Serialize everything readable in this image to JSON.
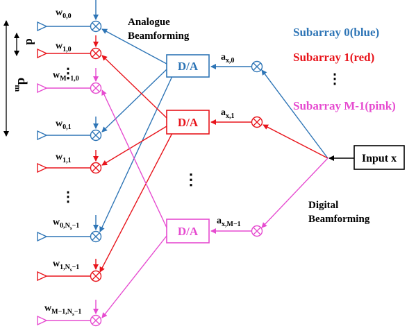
{
  "colors": {
    "blue": "#2e75b6",
    "red": "#e8141b",
    "pink": "#e64bd0",
    "black": "#000000"
  },
  "labels": {
    "analogue_line1": "Analogue",
    "analogue_line2": "Beamforming",
    "digital_line1": "Digital",
    "digital_line2": "Beamforming",
    "input": "Input x",
    "da": "D/A",
    "spacing_d": "d",
    "spacing_dm_base": "d",
    "spacing_dm_sub": "m",
    "vdots": "⋮"
  },
  "legend": [
    {
      "text": "Subarray 0(blue)",
      "color": "blue"
    },
    {
      "text": "Subarray 1(red)",
      "color": "red"
    },
    {
      "text": "⋮",
      "color": "black"
    },
    {
      "text": "Subarray M-1(pink)",
      "color": "pink"
    }
  ],
  "weights": [
    {
      "base": "w",
      "sub": "0,0",
      "color": "blue"
    },
    {
      "base": "w",
      "sub": "1,0",
      "color": "red"
    },
    {
      "base": "w",
      "sub": "M−1,0",
      "color": "pink"
    },
    {
      "base": "w",
      "sub": "0,1",
      "color": "blue"
    },
    {
      "base": "w",
      "sub": "1,1",
      "color": "red"
    },
    {
      "base": "w",
      "sub": "0,N",
      "subsub": "s",
      "subtail": "−1",
      "color": "blue"
    },
    {
      "base": "w",
      "sub": "1,N",
      "subsub": "s",
      "subtail": "−1",
      "color": "red"
    },
    {
      "base": "w",
      "sub": "M−1,N",
      "subsub": "s",
      "subtail": "−1",
      "color": "pink"
    }
  ],
  "digital_weights": [
    {
      "base": "a",
      "sub": "x,0",
      "color": "blue"
    },
    {
      "base": "a",
      "sub": "x,1",
      "color": "red"
    },
    {
      "base": "a",
      "sub": "x,M−1",
      "color": "pink"
    }
  ]
}
